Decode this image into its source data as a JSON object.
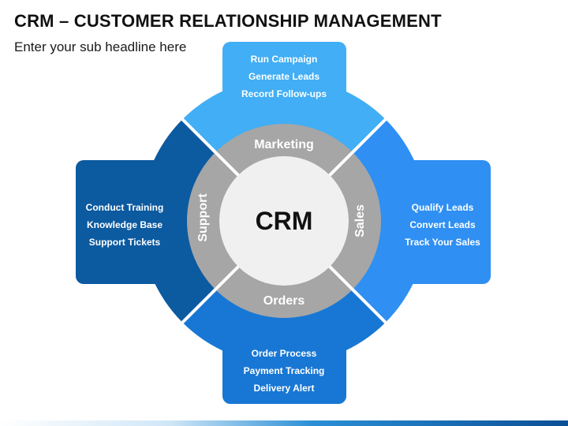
{
  "header": {
    "title": "CRM – CUSTOMER RELATIONSHIP MANAGEMENT",
    "subtitle": "Enter your sub headline here"
  },
  "colors": {
    "top": "#41aef5",
    "right": "#2f8ff2",
    "bottom": "#1877d4",
    "left": "#0c5aa0",
    "ring": "#a6a6a6",
    "center": "#f0f0f0"
  },
  "center": {
    "label": "CRM"
  },
  "ring": {
    "top": "Marketing",
    "right": "Sales",
    "bottom": "Orders",
    "left": "Support"
  },
  "panels": {
    "top": [
      "Run Campaign",
      "Generate Leads",
      "Record Follow-ups"
    ],
    "right": [
      "Qualify Leads",
      "Convert Leads",
      "Track Your Sales"
    ],
    "bottom": [
      "Order Process",
      "Payment Tracking",
      "Delivery Alert"
    ],
    "left": [
      "Conduct Training",
      "Knowledge Base",
      "Support Tickets"
    ]
  }
}
